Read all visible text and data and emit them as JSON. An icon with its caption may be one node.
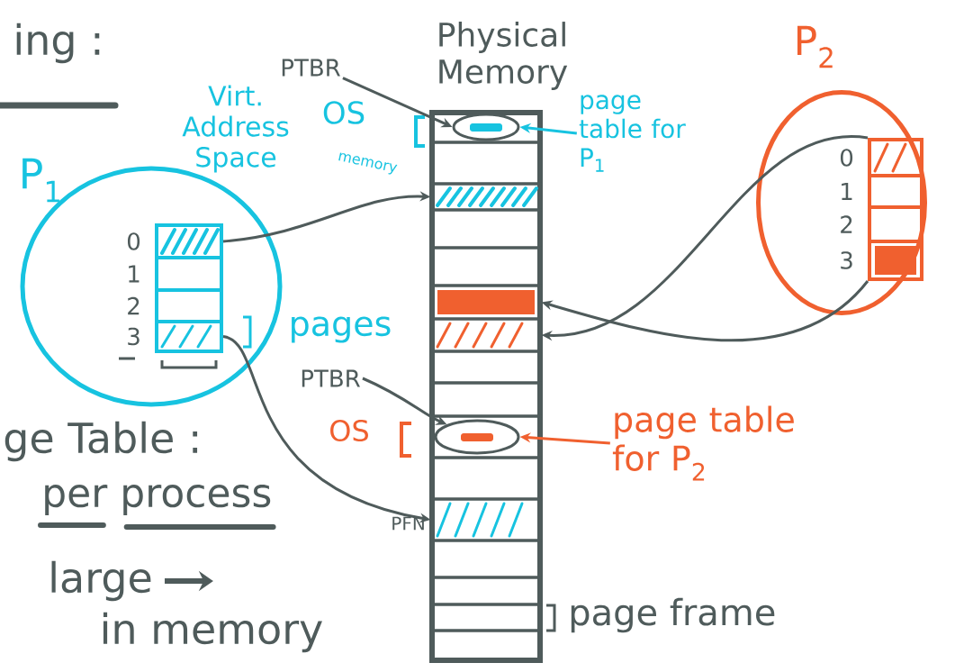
{
  "diagram": {
    "nodes": [
      {
        "text": [
          "P$_{1}$",
          "Virt. Address Space"
        ]
      },
      {
        "text": [
          "0"
        ],
        "in": 0
      },
      {
        "text": [
          "1"
        ],
        "in": 0
      },
      {
        "text": [
          "2"
        ],
        "in": 0
      },
      {
        "text": [
          "3"
        ],
        "in": 0
      },
      {
        "text": [
          "P$_{2}$"
        ]
      },
      {
        "text": [
          "0"
        ],
        "in": 5
      },
      {
        "text": [
          "1"
        ],
        "in": 5
      },
      {
        "text": [
          "2"
        ],
        "in": 5
      },
      {
        "text": [
          "3"
        ],
        "in": 5
      },
      {
        "text": [
          "Physical Memory"
        ]
      },
      {
        "text": [],
        "shape": "box",
        "in": 10
      },
      {
        "text": [],
        "shape": "box",
        "in": 10
      },
      {
        "text": [],
        "shape": "box",
        "in": 10
      },
      {
        "text": [],
        "shape": "box",
        "in": 10
      },
      {
        "text": [],
        "shape": "box",
        "in": 10
      },
      {
        "text": [],
        "shape": "box",
        "in": 10
      },
      {
        "text": [],
        "shape": "box",
        "in": 10
      },
      {
        "text": [],
        "shape": "box",
        "in": 10
      },
      {
        "text": [],
        "shape": "box",
        "in": 10
      },
      {
        "text": [],
        "shape": "box",
        "in": 10
      },
      {
        "text": [],
        "shape": "box",
        "in": 10
      },
      {
        "text": [],
        "shape": "box",
        "in": 10,
        "beside": [
          "PFN"
        ]
      },
      {
        "text": [],
        "shape": "box",
        "in": 10
      },
      {
        "text": [],
        "shape": "box",
        "in": 10
      },
      {
        "text": [],
        "shape": "box",
        "in": 10
      },
      {
        "text": [],
        "shape": "box",
        "in": 10
      },
      {
        "text": [],
        "shape": "ellipse",
        "in": 11
      },
      {
        "text": [],
        "shape": "ellipse",
        "in": 20
      },
      {
        "text": [
          "PTBR"
        ]
      },
      {
        "text": [
          "PTBR"
        ]
      },
      {
        "text": [
          "page table for P$_{1}$"
        ]
      },
      {
        "text": [
          "page table for P$_{2}$"
        ]
      }
    ],
    "edges": [
      {
        "from": 1,
        "to": 13,
        "arrow": "to"
      },
      {
        "from": 4,
        "to": 22,
        "arrow": "to"
      },
      {
        "from": 6,
        "to": 17,
        "arrow": "to"
      },
      {
        "from": 9,
        "to": 16,
        "arrow": "to"
      },
      {
        "from": 29,
        "to": 27,
        "arrow": "to"
      },
      {
        "from": 30,
        "to": 28,
        "arrow": "to"
      },
      {
        "from": 31,
        "to": 27,
        "arrow": "to",
        "color": "#17c3e0"
      },
      {
        "from": 32,
        "to": 28,
        "arrow": "to",
        "color": "#f0602f"
      }
    ],
    "labels": [
      "ing :",
      "OS",
      "memory",
      "pages",
      "OS",
      "ge Table :",
      "per process",
      "large",
      "in memory",
      "page frame"
    ]
  }
}
